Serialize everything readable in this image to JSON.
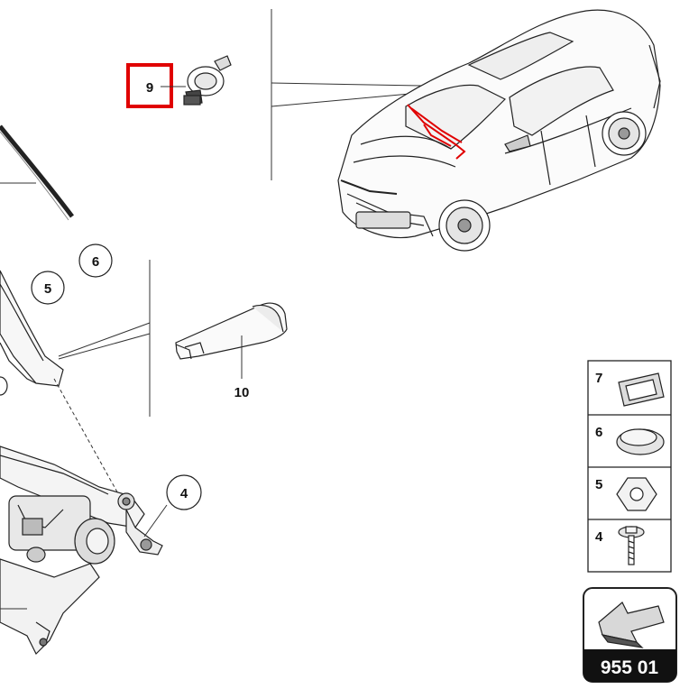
{
  "callouts": {
    "c9": "9",
    "c6": "6",
    "c5": "5",
    "c10": "10",
    "c4": "4"
  },
  "legend": [
    {
      "num": "7",
      "icon": "grommet-icon"
    },
    {
      "num": "6",
      "icon": "rubber-cap-icon"
    },
    {
      "num": "5",
      "icon": "hex-nut-icon"
    },
    {
      "num": "4",
      "icon": "bolt-icon"
    }
  ],
  "page_badge": "955 01",
  "colors": {
    "highlight": "#e00000",
    "line": "#222222",
    "badge_bg": "#111111"
  }
}
